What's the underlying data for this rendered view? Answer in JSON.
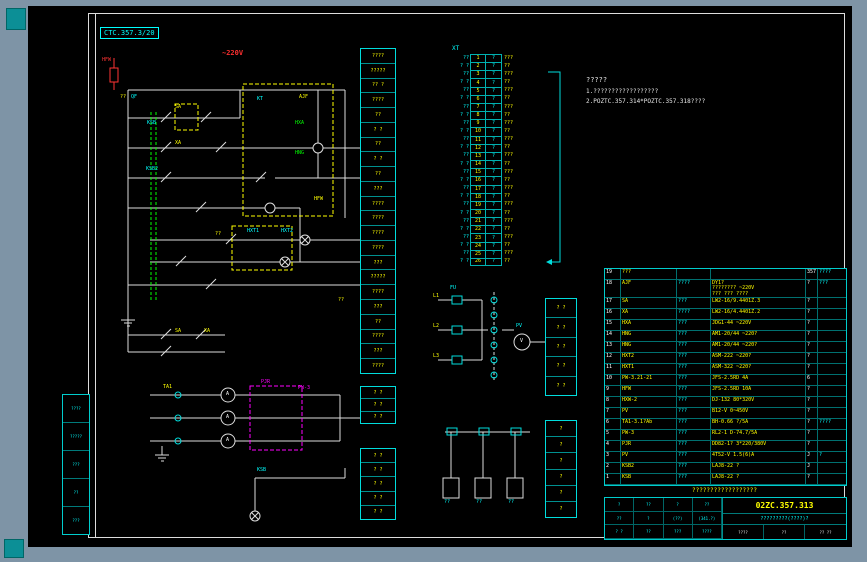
{
  "frame_tag": "CTC.357.3/20",
  "schematic": {
    "voltage": "~220V",
    "labels": [
      "HFW",
      "QF",
      "SA",
      "KSB",
      "KT",
      "AJF",
      "XA",
      "HXA",
      "HNG",
      "KSB2",
      "HXT1",
      "HXT2",
      "HFW",
      "SA",
      "XA",
      "TA1",
      "PJR",
      "PW-3",
      "A",
      "A",
      "A",
      "L1",
      "L2",
      "L3",
      "FU",
      "PV",
      "V",
      "KSB",
      "??",
      "??",
      "??",
      "??",
      "??",
      "??"
    ]
  },
  "term_a": {
    "rows": [
      "????",
      "?????",
      "?? ?",
      "????",
      "??",
      "? ?",
      "??",
      "? ?",
      "??",
      "???",
      "????",
      "????",
      "????",
      "????",
      "???",
      "?????",
      "????",
      "???",
      "??",
      "????",
      "???",
      "????"
    ]
  },
  "term_b1": {
    "rows": [
      "? ?",
      "? ?",
      "? ?"
    ]
  },
  "term_b2": {
    "rows": [
      "? ?",
      "? ?",
      "? ?",
      "? ?",
      "? ?"
    ]
  },
  "term_c1": {
    "rows": [
      "? ?",
      "? ?",
      "? ?",
      "? ?",
      "? ?"
    ]
  },
  "term_c2": {
    "rows": [
      "?",
      "?",
      "?",
      "?",
      "?",
      "?"
    ]
  },
  "xt": {
    "title": "XT",
    "rows": [
      {
        "l": "??",
        "n": "1",
        "w": "?",
        "r": "???"
      },
      {
        "l": "? ?",
        "n": "2",
        "w": "?",
        "r": "??"
      },
      {
        "l": "??",
        "n": "3",
        "w": "?",
        "r": "???"
      },
      {
        "l": "? ?",
        "n": "4",
        "w": "?",
        "r": "??"
      },
      {
        "l": "??",
        "n": "5",
        "w": "?",
        "r": "???"
      },
      {
        "l": "? ?",
        "n": "6",
        "w": "?",
        "r": "??"
      },
      {
        "l": "??",
        "n": "7",
        "w": "?",
        "r": "???"
      },
      {
        "l": "? ?",
        "n": "8",
        "w": "?",
        "r": "??"
      },
      {
        "l": "??",
        "n": "9",
        "w": "?",
        "r": "???"
      },
      {
        "l": "? ?",
        "n": "10",
        "w": "?",
        "r": "??"
      },
      {
        "l": "??",
        "n": "11",
        "w": "?",
        "r": "???"
      },
      {
        "l": "? ?",
        "n": "12",
        "w": "?",
        "r": "??"
      },
      {
        "l": "??",
        "n": "13",
        "w": "?",
        "r": "???"
      },
      {
        "l": "? ?",
        "n": "14",
        "w": "?",
        "r": "??"
      },
      {
        "l": "??",
        "n": "15",
        "w": "?",
        "r": "???"
      },
      {
        "l": "? ?",
        "n": "16",
        "w": "?",
        "r": "??"
      },
      {
        "l": "??",
        "n": "17",
        "w": "?",
        "r": "???"
      },
      {
        "l": "? ?",
        "n": "18",
        "w": "?",
        "r": "??"
      },
      {
        "l": "??",
        "n": "19",
        "w": "?",
        "r": "???"
      },
      {
        "l": "? ?",
        "n": "20",
        "w": "?",
        "r": "??"
      },
      {
        "l": "??",
        "n": "21",
        "w": "?",
        "r": "???"
      },
      {
        "l": "? ?",
        "n": "22",
        "w": "?",
        "r": "??"
      },
      {
        "l": "??",
        "n": "23",
        "w": "?",
        "r": "???"
      },
      {
        "l": "? ?",
        "n": "24",
        "w": "?",
        "r": "??"
      },
      {
        "l": "??",
        "n": "25",
        "w": "?",
        "r": "???"
      },
      {
        "l": "? ?",
        "n": "26",
        "w": "?",
        "r": "??"
      }
    ]
  },
  "notes": {
    "title": "?????",
    "lines": [
      "1.??????????????????",
      "2.POZTC.357.314*POZTC.357.318????"
    ]
  },
  "bom": {
    "caption": "??????????????????",
    "rows": [
      {
        "no": "19",
        "code": "???",
        "name": "",
        "spec": "",
        "qty": "357",
        "note": "????"
      },
      {
        "no": "18",
        "code": "AJF",
        "name": "????",
        "spec": "DY1?\n???????? ~220V\n??? ??? ????",
        "qty": "?",
        "note": "???"
      },
      {
        "no": "17",
        "code": "SA",
        "name": "???",
        "spec": "LW2-16/9.4401Z.3",
        "qty": "?",
        "note": ""
      },
      {
        "no": "16",
        "code": "XA",
        "name": "????",
        "spec": "LW2-16/4.4401Z.2",
        "qty": "?",
        "note": ""
      },
      {
        "no": "15",
        "code": "HXA",
        "name": "???",
        "spec": "JDG1-44 ~220V",
        "qty": "?",
        "note": ""
      },
      {
        "no": "14",
        "code": "HNG",
        "name": "???",
        "spec": "AM1-20/44 ~220?",
        "qty": "?",
        "note": ""
      },
      {
        "no": "13",
        "code": "HNG",
        "name": "???",
        "spec": "AM1-20/44 ~220?",
        "qty": "?",
        "note": ""
      },
      {
        "no": "12",
        "code": "HXT2",
        "name": "???",
        "spec": "ASM-222 ~220?",
        "qty": "?",
        "note": ""
      },
      {
        "no": "11",
        "code": "HXT1",
        "name": "???",
        "spec": "ASM-322 ~220?",
        "qty": "?",
        "note": ""
      },
      {
        "no": "10",
        "code": "PW-3.21-21",
        "name": "???",
        "spec": "JFS-2.5RD 4A",
        "qty": "6",
        "note": ""
      },
      {
        "no": "9",
        "code": "HFW",
        "name": "???",
        "spec": "JFS-2.5RD 10A",
        "qty": "?",
        "note": ""
      },
      {
        "no": "8",
        "code": "HXW-2",
        "name": "???",
        "spec": "DJ-132 80*320V",
        "qty": "?",
        "note": ""
      },
      {
        "no": "7",
        "code": "PV",
        "name": "???",
        "spec": "B12-V 0~450V",
        "qty": "?",
        "note": ""
      },
      {
        "no": "6",
        "code": "TA1-3.1?Ab",
        "name": "???",
        "spec": "BH-0.66 ?/5A",
        "qty": "?",
        "note": "????"
      },
      {
        "no": "5",
        "code": "PW-3",
        "name": "???",
        "spec": "RL2-1 D-74.7/5A",
        "qty": "?",
        "note": ""
      },
      {
        "no": "4",
        "code": "PJR",
        "name": "???",
        "spec": "DD82-1? 3*220/380V",
        "qty": "?",
        "note": ""
      },
      {
        "no": "3",
        "code": "PV",
        "name": "???",
        "spec": "4T52-V 1.5(6)A",
        "qty": "J",
        "note": "?"
      },
      {
        "no": "2",
        "code": "KSB2",
        "name": "???",
        "spec": "LAJ8-22 ?",
        "qty": "J",
        "note": ""
      },
      {
        "no": "1",
        "code": "KSB",
        "name": "???",
        "spec": "LAJ8-22 ?",
        "qty": "?",
        "note": ""
      }
    ]
  },
  "title_block": {
    "doc_no": "02ZC.357.313",
    "subtitle": "?????????(????)?",
    "bottom": [
      "????",
      "??",
      "?? ??"
    ],
    "left_rows": [
      [
        "?",
        "??",
        "?",
        "??"
      ],
      [
        "??",
        "?",
        "(??)",
        "(341.?)"
      ],
      [
        "? ?",
        "??",
        "???",
        "????"
      ]
    ]
  },
  "left_margin": {
    "boxes": [
      "????",
      "?????",
      "???",
      "??",
      "???"
    ]
  }
}
